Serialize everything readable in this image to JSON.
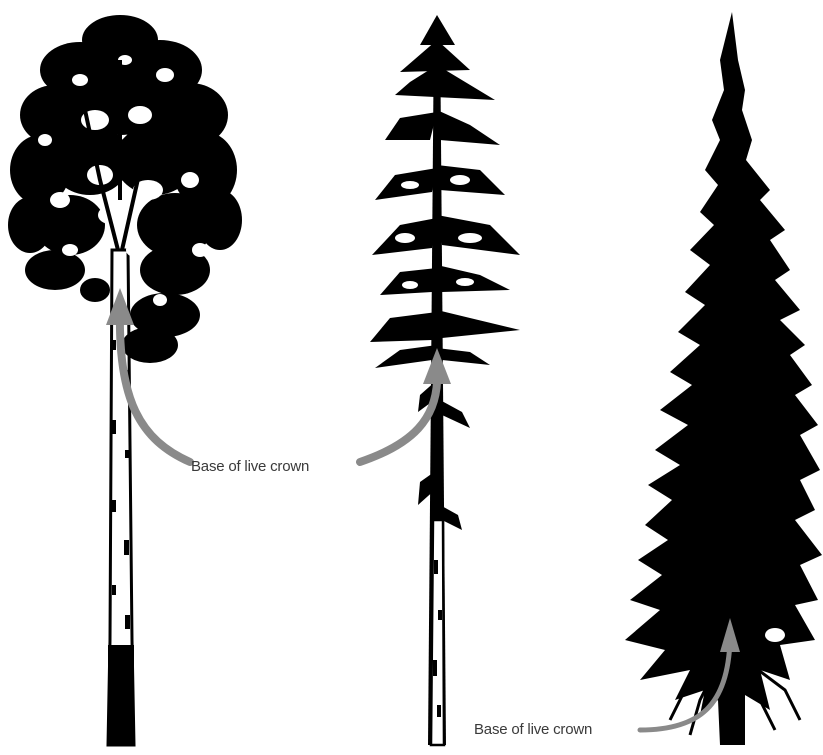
{
  "colors": {
    "tree_fill": "#000000",
    "trunk_light": "#ffffff",
    "arrow": "#8a8a8a",
    "label_text": "#3a3a3a",
    "background": "#ffffff"
  },
  "figure": {
    "trees": [
      {
        "name": "broadleaf-tree-with-high-crown"
      },
      {
        "name": "sparse-conifer-with-high-crown"
      },
      {
        "name": "dense-conifer-with-low-crown"
      }
    ],
    "labels": {
      "base_crown_1": "Base of live crown",
      "base_crown_2": "Base of live crown"
    }
  }
}
